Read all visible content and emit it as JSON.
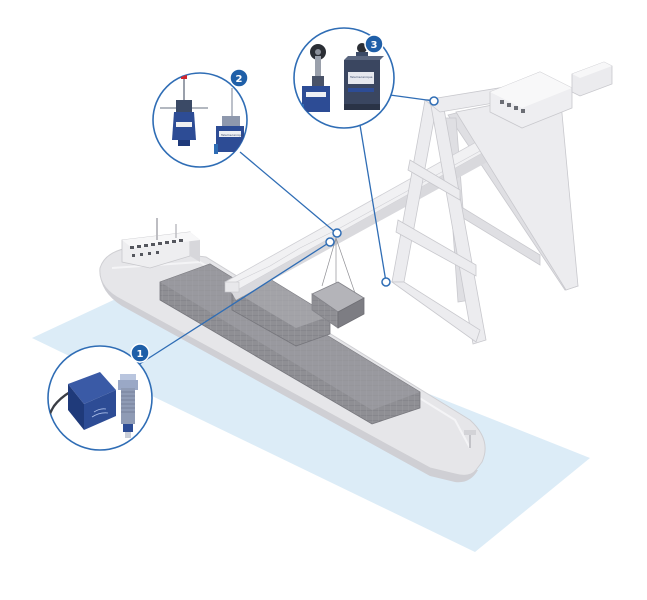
{
  "callouts": [
    {
      "number": "1",
      "sensor": "inductive-proximity-sensors"
    },
    {
      "number": "2",
      "sensor": "limit-switches"
    },
    {
      "number": "3",
      "sensor": "limit-switches-roller-lever"
    }
  ],
  "colors": {
    "accent": "#1f5fa8",
    "water": "#dcecf7",
    "crane": "#e7e7ea",
    "hull": "#d6d6d9",
    "containers": "#8e8e93",
    "sensor_blue": "#2d4c95"
  }
}
